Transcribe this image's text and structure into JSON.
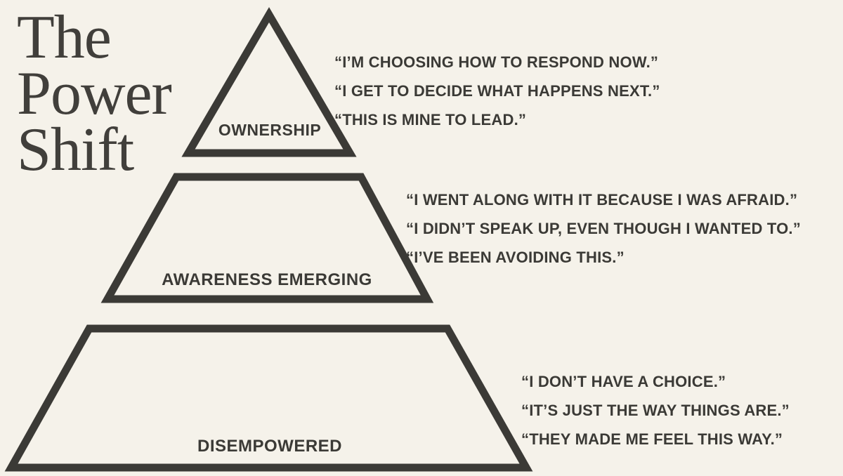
{
  "title": {
    "full": "The Power Shift",
    "lines": [
      "The",
      "Power",
      "Shift"
    ]
  },
  "colors": {
    "background": "#f5f2ea",
    "ink": "#3b3a36",
    "title_ink": "#413f3b"
  },
  "pyramid": {
    "tiers": [
      {
        "level": "top",
        "label": "OWNERSHIP",
        "quotes": [
          "“I’M CHOOSING HOW TO RESPOND NOW.”",
          "“I GET TO DECIDE WHAT HAPPENS NEXT.”",
          "“THIS IS MINE TO LEAD.”"
        ]
      },
      {
        "level": "middle",
        "label": "AWARENESS EMERGING",
        "quotes": [
          "“I WENT ALONG WITH IT BECAUSE I WAS AFRAID.”",
          "“I DIDN’T SPEAK UP, EVEN THOUGH I WANTED TO.”",
          "“I’VE BEEN AVOIDING THIS.”"
        ]
      },
      {
        "level": "bottom",
        "label": "DISEMPOWERED",
        "quotes": [
          "“I DON’T HAVE A CHOICE.”",
          "“IT’S JUST THE WAY THINGS ARE.”",
          "“THEY MADE ME FEEL THIS WAY.”"
        ]
      }
    ]
  }
}
